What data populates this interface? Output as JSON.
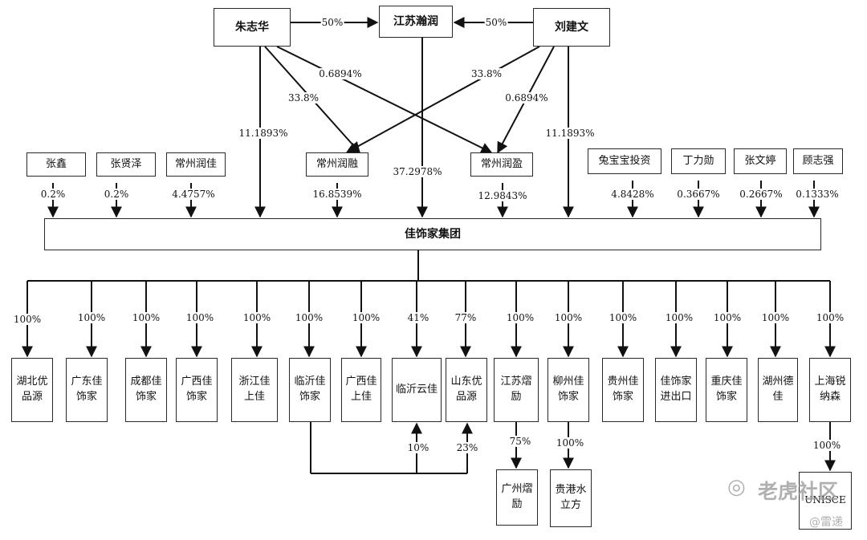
{
  "owners_top": {
    "zhu": "朱志华",
    "jiangsu": "江苏瀚润",
    "liu": "刘建文"
  },
  "top_edges": {
    "zhu_to_jiangsu": "50%",
    "liu_to_jiangsu": "50%",
    "zhu_to_runrong": "33.8%",
    "zhu_to_runying": "0.6894%",
    "liu_to_runying": "33.8%",
    "liu_to_runrong": "0.6894%",
    "zhu_to_group": "11.1893%",
    "liu_to_group": "11.1893%",
    "jiangsu_to_group": "37.2978%"
  },
  "shareholders": [
    {
      "id": "zhangxin",
      "name": "张鑫",
      "pct": "0.2%"
    },
    {
      "id": "zhangxianze",
      "name": "张贤泽",
      "pct": "0.2%"
    },
    {
      "id": "changzhou-runjia",
      "name": "常州润佳",
      "pct": "4.4757%"
    },
    {
      "id": "changzhou-runrong",
      "name": "常州润融",
      "pct": "16.8539%"
    },
    {
      "id": "changzhou-runying",
      "name": "常州润盈",
      "pct": "12.9843%"
    },
    {
      "id": "tubaobao",
      "name": "兔宝宝投资",
      "pct": "4.8428%"
    },
    {
      "id": "dinglixun",
      "name": "丁力勋",
      "pct": "0.3667%"
    },
    {
      "id": "zhangwenting",
      "name": "张文婷",
      "pct": "0.2667%"
    },
    {
      "id": "guzhiqiang",
      "name": "顾志强",
      "pct": "0.1333%"
    }
  ],
  "group": {
    "name": "佳饰家集团"
  },
  "subsidiaries": [
    {
      "name": "湖北优品源",
      "pct": "100%"
    },
    {
      "name": "广东佳饰家",
      "pct": "100%"
    },
    {
      "name": "成都佳饰家",
      "pct": "100%"
    },
    {
      "name": "广西佳饰家",
      "pct": "100%"
    },
    {
      "name": "浙江佳上佳",
      "pct": "100%"
    },
    {
      "name": "临沂佳饰家",
      "pct": "100%"
    },
    {
      "name": "广西佳上佳",
      "pct": "100%"
    },
    {
      "name": "临沂云佳",
      "pct": "41%"
    },
    {
      "name": "山东优品源",
      "pct": "77%"
    },
    {
      "name": "江苏熠励",
      "pct": "100%"
    },
    {
      "name": "柳州佳饰家",
      "pct": "100%"
    },
    {
      "name": "贵州佳饰家",
      "pct": "100%"
    },
    {
      "name": "佳饰家进出口",
      "pct": "100%"
    },
    {
      "name": "重庆佳饰家",
      "pct": "100%"
    },
    {
      "name": "湖州德佳",
      "pct": "100%"
    },
    {
      "name": "上海锐纳森",
      "pct": "100%"
    }
  ],
  "linyi_links": {
    "to_yunjia": "10%",
    "to_shandong": "23%"
  },
  "grandchildren": [
    {
      "name": "广州熠励",
      "pct": "75%"
    },
    {
      "name": "贵港水立方",
      "pct": "100%"
    },
    {
      "name": "UNISCE",
      "pct": "100%"
    }
  ],
  "watermark": {
    "main": "老虎社区",
    "sub": "@雷递"
  }
}
